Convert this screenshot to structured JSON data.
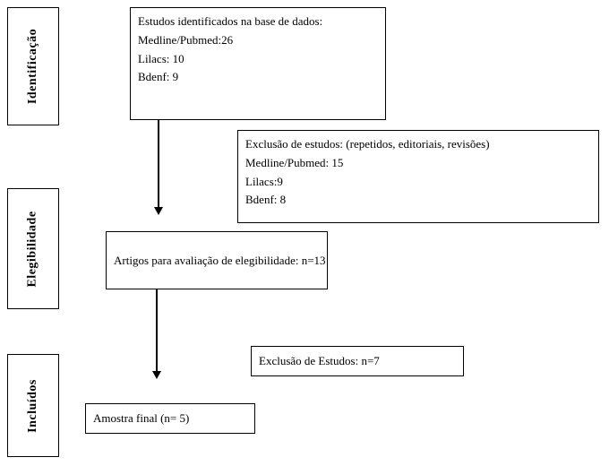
{
  "diagram": {
    "stages": [
      {
        "label": "Identificação"
      },
      {
        "label": "Elegibilidade"
      },
      {
        "label": "Incluídos"
      }
    ],
    "boxes": {
      "identified": {
        "lines": [
          "Estudos identificados na base de dados:",
          "Medline/Pubmed:26",
          "Lilacs: 10",
          "Bdenf: 9"
        ]
      },
      "exclusion_first": {
        "lines": [
          "Exclusão de estudos: (repetidos, editoriais, revisões)",
          "Medline/Pubmed: 15",
          "Lilacs:9",
          "Bdenf: 8"
        ]
      },
      "eligibility": {
        "text": "Artigos para avaliação de elegibilidade: n=13"
      },
      "exclusion_second": {
        "text": "Exclusão de Estudos: n=7"
      },
      "final_sample": {
        "text": "Amostra final (n= 5)"
      }
    }
  }
}
